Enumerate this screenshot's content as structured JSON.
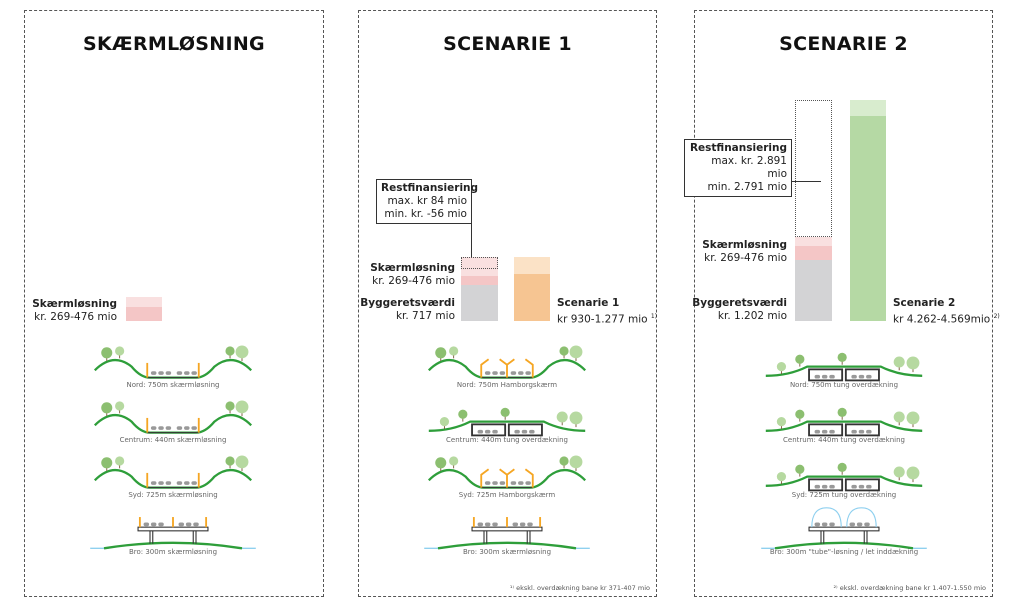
{
  "colors": {
    "grey": "#d3d3d5",
    "pink": "#f4c6c6",
    "pink_light": "#f9e0e0",
    "orange": "#f6c592",
    "orange_light": "#fbe2c6",
    "green": "#b5d9a4",
    "green_light": "#d8ecce",
    "ground": "#2e9e3a",
    "screen": "#f5a623",
    "tube": "#8fd0ef"
  },
  "panels": [
    {
      "title": "SKÆRMLØSNING",
      "skaerm": {
        "label": "Skærmløsning",
        "value": "kr. 269-476 mio"
      },
      "sections": [
        {
          "type": "screen",
          "caption": "Nord: 750m skærmløsning"
        },
        {
          "type": "screen",
          "caption": "Centrum: 440m skærmløsning"
        },
        {
          "type": "screen",
          "caption": "Syd: 725m skærmløsning"
        },
        {
          "type": "bridge-screen",
          "caption": "Bro: 300m skærmløsning"
        }
      ]
    },
    {
      "title": "SCENARIE 1",
      "rest": {
        "label": "Restfinansiering",
        "max": "max. kr 84 mio",
        "min": "min. kr. -56 mio"
      },
      "skaerm": {
        "label": "Skærmløsning",
        "value": "kr. 269-476 mio"
      },
      "bygge": {
        "label": "Byggeretsværdi",
        "value": "kr. 717 mio"
      },
      "scenario": {
        "label": "Scenarie 1",
        "value": "kr 930-1.277 mio",
        "note": "1)"
      },
      "sections": [
        {
          "type": "hamborg",
          "caption": "Nord: 750m Hamborgskærm"
        },
        {
          "type": "tunnel",
          "caption": "Centrum: 440m tung overdækning"
        },
        {
          "type": "hamborg",
          "caption": "Syd: 725m Hamborgskærm"
        },
        {
          "type": "bridge-screen",
          "caption": "Bro: 300m skærmløsning"
        }
      ],
      "footnote": "¹⁾ ekskl. overdækning bane kr 371-407 mio"
    },
    {
      "title": "SCENARIE 2",
      "rest": {
        "label": "Restfinansiering",
        "max": "max. kr. 2.891 mio",
        "min": "min. 2.791 mio"
      },
      "skaerm": {
        "label": "Skærmløsning",
        "value": "kr. 269-476 mio"
      },
      "bygge": {
        "label": "Byggeretsværdi",
        "value": "kr. 1.202 mio"
      },
      "scenario": {
        "label": "Scenarie 2",
        "value": "kr 4.262-4.569mio",
        "note": "2)"
      },
      "sections": [
        {
          "type": "tunnel",
          "caption": "Nord: 750m tung overdækning"
        },
        {
          "type": "tunnel",
          "caption": "Centrum: 440m tung overdækning"
        },
        {
          "type": "tunnel",
          "caption": "Syd: 725m tung overdækning"
        },
        {
          "type": "bridge-tube",
          "caption": "Bro: 300m \"tube\"-løsning / let inddækning"
        }
      ],
      "footnote": "²⁾ ekskl. overdækning bane kr 1.407-1.550 mio"
    }
  ]
}
